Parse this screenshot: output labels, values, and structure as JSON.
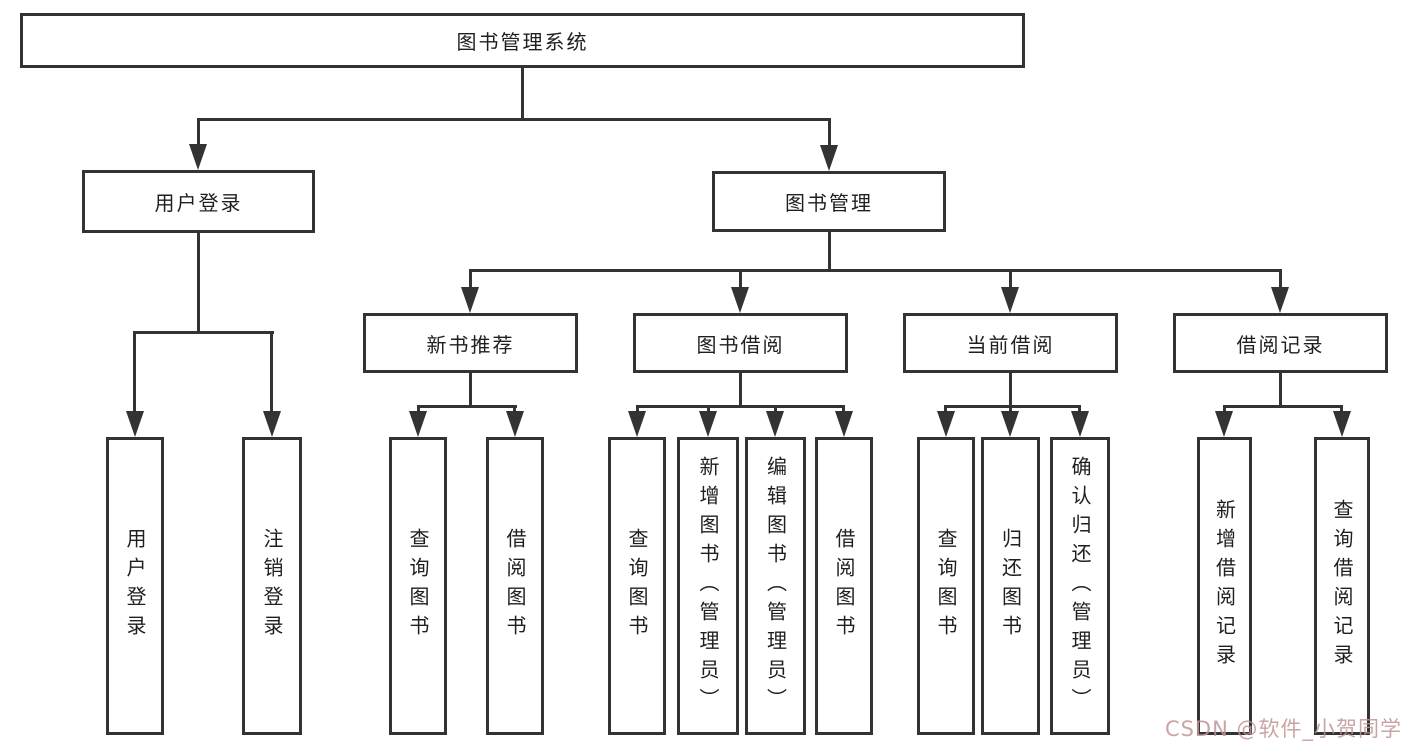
{
  "tree": {
    "label": "图书管理系统",
    "children": [
      {
        "label": "用户登录",
        "children": [
          {
            "label": "用户登录"
          },
          {
            "label": "注销登录"
          }
        ]
      },
      {
        "label": "图书管理",
        "children": [
          {
            "label": "新书推荐",
            "children": [
              {
                "label": "查询图书"
              },
              {
                "label": "借阅图书"
              }
            ]
          },
          {
            "label": "图书借阅",
            "children": [
              {
                "label": "查询图书"
              },
              {
                "label": "新增图书（管理员）"
              },
              {
                "label": "编辑图书（管理员）"
              },
              {
                "label": "借阅图书"
              }
            ]
          },
          {
            "label": "当前借阅",
            "children": [
              {
                "label": "查询图书"
              },
              {
                "label": "归还图书"
              },
              {
                "label": "确认归还（管理员）"
              }
            ]
          },
          {
            "label": "借阅记录",
            "children": [
              {
                "label": "新增借阅记录"
              },
              {
                "label": "查询借阅记录"
              }
            ]
          }
        ]
      }
    ]
  },
  "watermark": {
    "text": "CSDN @软件_小贺同学"
  },
  "colors": {
    "line": "#333333",
    "box_border": "#333333",
    "box_fill": "#ffffff",
    "background": "#ffffff",
    "watermark": "#c19494"
  }
}
